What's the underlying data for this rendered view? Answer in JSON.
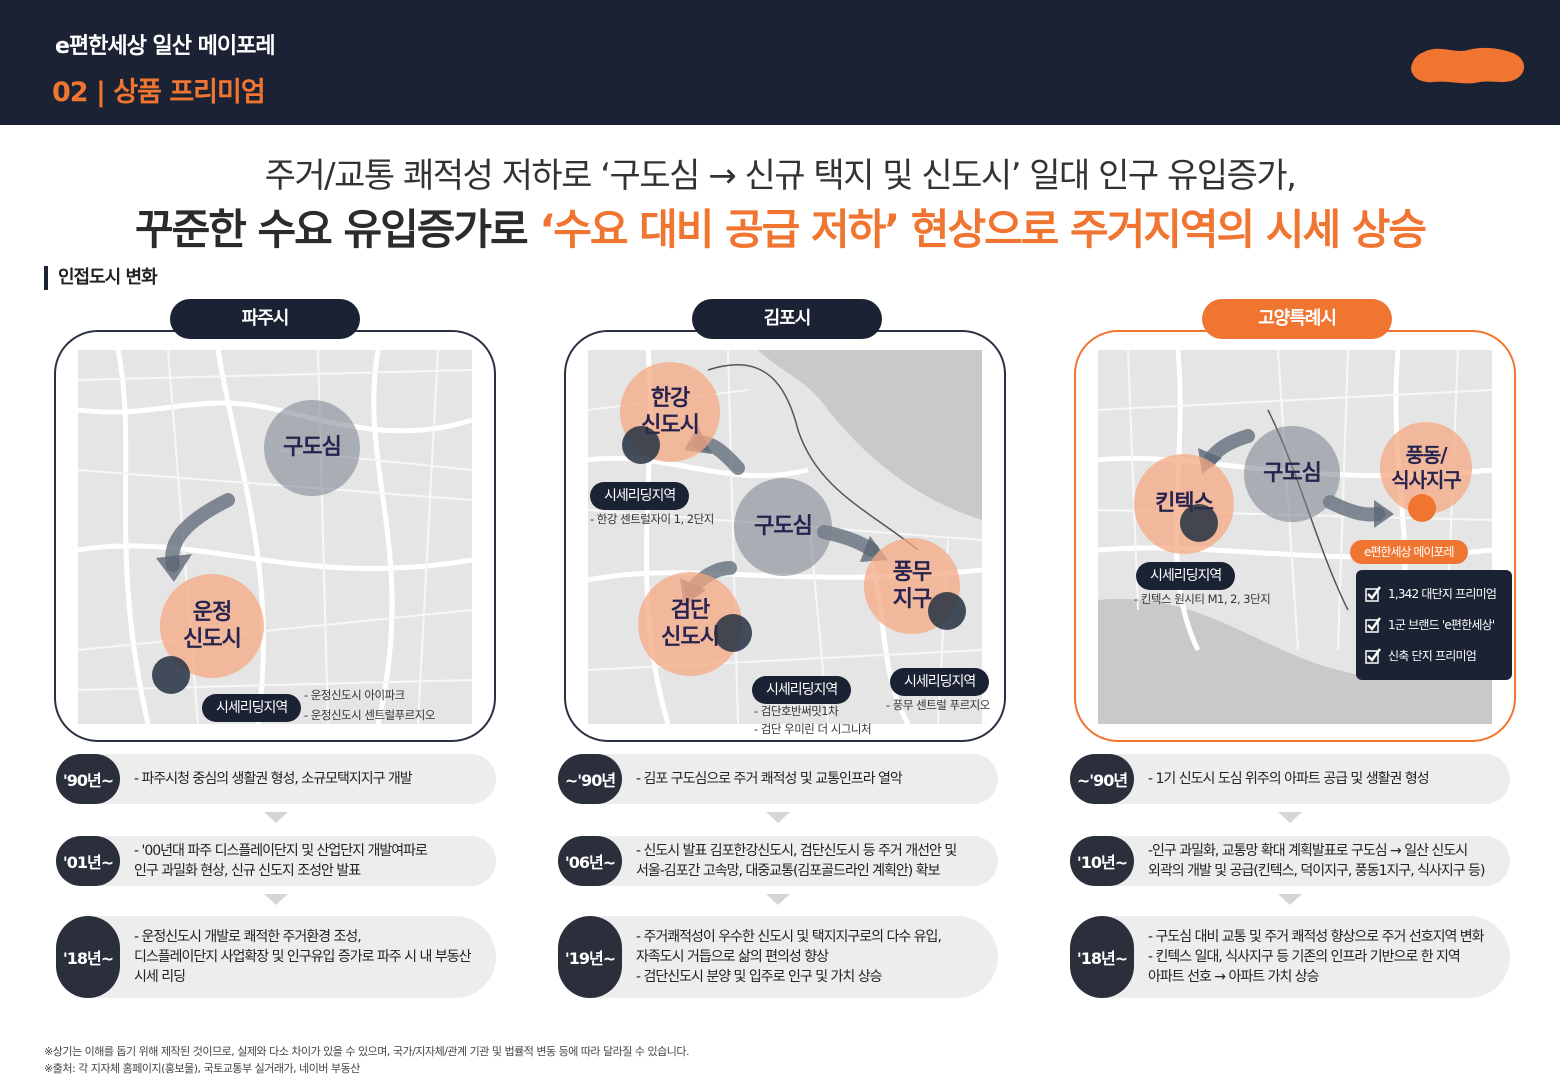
{
  "header": {
    "brand": "e편한세상 일산 메이포레",
    "section": "02 | 상품 프리미엄",
    "logo_color": "#f07531"
  },
  "headline": {
    "line1": "주거/교통 쾌적성 저하로 ‘구도심 → 신규 택지 및 신도시’ 일대 인구 유입증가,",
    "line2_prefix": "꾸준한 수요 유입증가로 ",
    "line2_highlight": "‘수요 대비 공급 저하’ 현상으로 주거지역의 시세 상승",
    "highlight_color": "#f07531"
  },
  "subtitle": "인접도시 변화",
  "cities": [
    {
      "name": "파주시",
      "center": "구도심",
      "new_city": "운정\n신도시",
      "tag": "시세리딩지역",
      "notes": [
        "- 운정신도시 아이파크",
        "- 운정신도시 센트럴푸르지오"
      ],
      "timeline": [
        {
          "year": "'90년~",
          "lines": [
            "- 파주시청 중심의 생활권 형성, 소규모택지지구 개발"
          ]
        },
        {
          "year": "'01년~",
          "lines": [
            "- '00년대 파주 디스플레이단지 및 산업단지 개발여파로",
            "인구 과밀화 현상, 신규 신도지 조성안 발표"
          ]
        },
        {
          "year": "'18년~",
          "lines": [
            "- 운정신도시 개발로 쾌적한 주거환경 조성,",
            "디스플레이단지 사업확장 및 인구유입 증가로 파주 시 내 부동산",
            "시세 리딩"
          ]
        }
      ]
    },
    {
      "name": "김포시",
      "center": "구도심",
      "new_city_1": "한강\n신도시",
      "new_city_2": "검단\n신도시",
      "new_city_3": "풍무\n지구",
      "tag_1": "시세리딩지역",
      "tag_2": "시세리딩지역",
      "tag_3": "시세리딩지역",
      "notes_1": [
        "- 한강 센트럴자이 1, 2단지"
      ],
      "notes_2": [
        "- 검단호반써밋1차",
        "- 검단 우미린 더 시그니처"
      ],
      "notes_3": [
        "- 풍무 센트럴 푸르지오"
      ],
      "timeline": [
        {
          "year": "~'90년",
          "lines": [
            "- 김포 구도심으로 주거 쾌적성 및 교통인프라 열악"
          ]
        },
        {
          "year": "'06년~",
          "lines": [
            "- 신도시 발표 김포한강신도시, 검단신도시 등 주거 개선안 및",
            "서울-김포간 고속망, 대중교통(김포골드라인 계획안) 확보"
          ]
        },
        {
          "year": "'19년~",
          "lines": [
            "- 주거쾌적성이 우수한 신도시 및 택지지구로의 다수 유입,",
            "자족도시 거듭으로 삶의 편의성 향상",
            "- 검단신도시 분양 및 입주로 인구 및 가치 상승"
          ]
        }
      ]
    },
    {
      "name": "고양특례시",
      "center": "구도심",
      "new_city_1": "킨텍스",
      "new_city_2": "풍동/\n식사지구",
      "tag": "시세리딩지역",
      "notes": [
        "- 킨텍스 원시티 M1, 2, 3단지"
      ],
      "project_tag": "e편한세상 메이포레",
      "checks": [
        "1,342 대단지 프리미엄",
        "1군 브랜드 'e편한세상'",
        "신축 단지 프리미엄"
      ],
      "timeline": [
        {
          "year": "~'90년",
          "lines": [
            "- 1기 신도시 도심 위주의 아파트 공급 및 생활권 형성"
          ]
        },
        {
          "year": "'10년~",
          "lines": [
            "-인구 과밀화, 교통망 확대 계획발표로 구도심 → 일산 신도시",
            "외곽의 개발 및 공급(킨텍스, 덕이지구, 풍동1지구, 식사지구 등)"
          ]
        },
        {
          "year": "'18년~",
          "lines": [
            "- 구도심 대비 교통 및 주거 쾌적성 향상으로 주거 선호지역 변화",
            "- 킨텍스 일대, 식사지구 등 기존의 인프라 기반으로 한 지역",
            "아파트 선호 → 아파트 가치 상승"
          ]
        }
      ]
    }
  ],
  "footnotes": [
    "※상기는 이해를 돕기 위해 제작된 것이므로, 실제와 다소 차이가 있을 수 있으며, 국가/지자체/관계 기관 및 법률적 변동 등에 따라 달라질 수 있습니다.",
    "※출처: 각 지자체 홈페이지(홍보물), 국토교통부 실거래가, 네이버 부동산"
  ]
}
